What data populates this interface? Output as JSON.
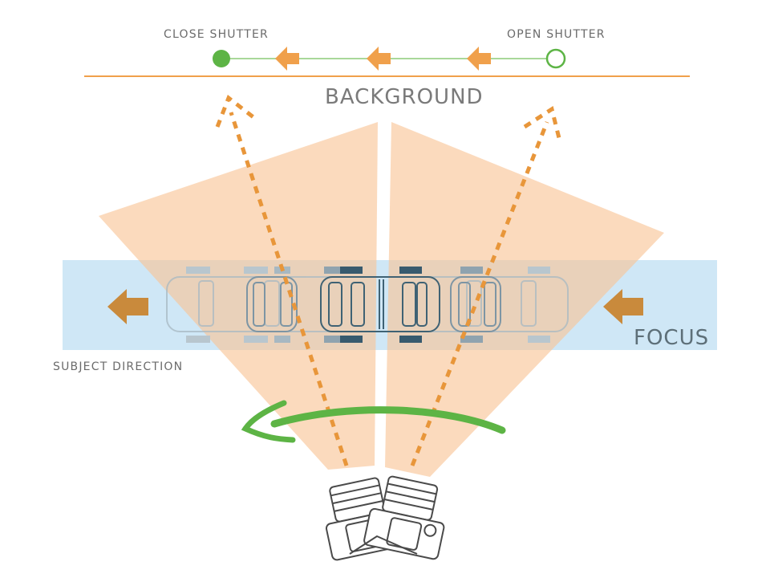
{
  "labels": {
    "close_shutter": "CLOSE SHUTTER",
    "open_shutter": "OPEN SHUTTER",
    "background": "BACKGROUND",
    "focus": "FOCUS",
    "subject_direction": "SUBJECT DIRECTION"
  },
  "colors": {
    "orange": "#f0a04b",
    "orange_dark": "#e28a2b",
    "cone": "#f8caa0",
    "green": "#5db445",
    "focus_band": "#cfe7f6",
    "car_dark": "#375a6e",
    "car_light": "#8fa3af",
    "camera_stroke": "#4a4a4a"
  }
}
